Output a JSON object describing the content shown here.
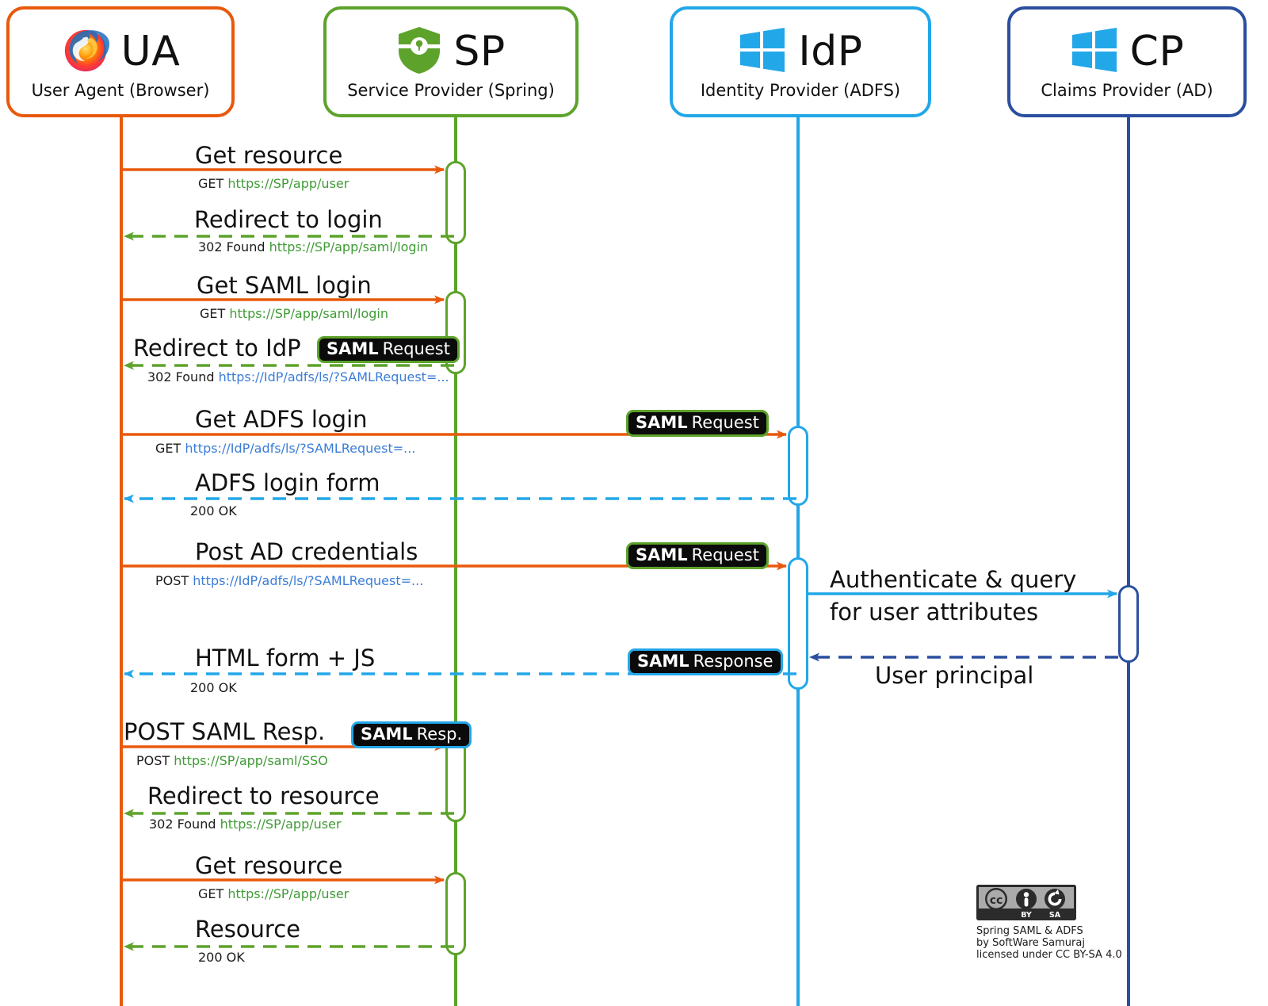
{
  "diagram": {
    "title": "Spring SAML & ADFS SSO sequence diagram",
    "colors": {
      "ua": "#E8590C",
      "sp": "#5DA32B",
      "idp": "#22A7E8",
      "cp": "#2B4F9E",
      "badge_bg": "#0b0b0b",
      "text": "#111111"
    }
  },
  "actors": [
    {
      "id": "ua",
      "abbr": "UA",
      "subtitle": "User Agent (Browser)",
      "icon": "firefox-icon",
      "color": "#E8590C"
    },
    {
      "id": "sp",
      "abbr": "SP",
      "subtitle": "Service Provider (Spring)",
      "icon": "shield-lock-icon",
      "color": "#5DA32B"
    },
    {
      "id": "idp",
      "abbr": "IdP",
      "subtitle": "Identity Provider (ADFS)",
      "icon": "windows-icon",
      "color": "#22A7E8"
    },
    {
      "id": "cp",
      "abbr": "CP",
      "subtitle": "Claims Provider (AD)",
      "icon": "windows-icon",
      "color": "#2B4F9E"
    }
  ],
  "messages": [
    {
      "id": "m1",
      "title": "Get resource",
      "method": "GET",
      "url": "https://SP/app/user",
      "from": "ua",
      "to": "sp",
      "style": "solid",
      "color": "#E8590C",
      "badge": null
    },
    {
      "id": "m2",
      "title": "Redirect to login",
      "method": "302 Found",
      "url": "https://SP/app/saml/login",
      "from": "sp",
      "to": "ua",
      "style": "dashed",
      "color": "#5DA32B",
      "badge": null
    },
    {
      "id": "m3",
      "title": "Get SAML login",
      "method": "GET",
      "url": "https://SP/app/saml/login",
      "from": "ua",
      "to": "sp",
      "style": "solid",
      "color": "#E8590C",
      "badge": null
    },
    {
      "id": "m4",
      "title": "Redirect to IdP",
      "method": "302 Found",
      "url": "https://IdP/adfs/ls/?SAMLRequest=...",
      "from": "sp",
      "to": "ua",
      "style": "dashed",
      "color": "#5DA32B",
      "badge": {
        "bold": "SAML",
        "rest": "Request",
        "border": "#5DA32B"
      }
    },
    {
      "id": "m5",
      "title": "Get ADFS login",
      "method": "GET",
      "url": "https://IdP/adfs/ls/?SAMLRequest=...",
      "from": "ua",
      "to": "idp",
      "style": "solid",
      "color": "#E8590C",
      "badge": {
        "bold": "SAML",
        "rest": "Request",
        "border": "#5DA32B"
      }
    },
    {
      "id": "m6",
      "title": "ADFS login form",
      "method": "200 OK",
      "url": "",
      "from": "idp",
      "to": "ua",
      "style": "dashed",
      "color": "#22A7E8",
      "badge": null
    },
    {
      "id": "m7",
      "title": "Post AD credentials",
      "method": "POST",
      "url": "https://IdP/adfs/ls/?SAMLRequest=...",
      "from": "ua",
      "to": "idp",
      "style": "solid",
      "color": "#E8590C",
      "badge": {
        "bold": "SAML",
        "rest": "Request",
        "border": "#5DA32B"
      }
    },
    {
      "id": "m8",
      "title": "Authenticate & query for user attributes",
      "method": "",
      "url": "",
      "from": "idp",
      "to": "cp",
      "style": "solid",
      "color": "#22A7E8",
      "badge": null
    },
    {
      "id": "m9",
      "title": "User principal",
      "method": "",
      "url": "",
      "from": "cp",
      "to": "idp",
      "style": "dashed",
      "color": "#2B4F9E",
      "badge": null
    },
    {
      "id": "m10",
      "title": "HTML form + JS",
      "method": "200 OK",
      "url": "",
      "from": "idp",
      "to": "ua",
      "style": "dashed",
      "color": "#22A7E8",
      "badge": {
        "bold": "SAML",
        "rest": "Response",
        "border": "#22A7E8"
      }
    },
    {
      "id": "m11",
      "title": "POST SAML Resp.",
      "method": "POST",
      "url": "https://SP/app/saml/SSO",
      "from": "ua",
      "to": "sp",
      "style": "solid",
      "color": "#E8590C",
      "badge": {
        "bold": "SAML",
        "rest": "Resp.",
        "border": "#22A7E8"
      }
    },
    {
      "id": "m12",
      "title": "Redirect to resource",
      "method": "302 Found",
      "url": "https://SP/app/user",
      "from": "sp",
      "to": "ua",
      "style": "dashed",
      "color": "#5DA32B",
      "badge": null
    },
    {
      "id": "m13",
      "title": "Get resource",
      "method": "GET",
      "url": "https://SP/app/user",
      "from": "ua",
      "to": "sp",
      "style": "solid",
      "color": "#E8590C",
      "badge": null
    },
    {
      "id": "m14",
      "title": "Resource",
      "method": "200 OK",
      "url": "",
      "from": "sp",
      "to": "ua",
      "style": "dashed",
      "color": "#5DA32B",
      "badge": null
    }
  ],
  "message_text": {
    "m1_title": "Get resource",
    "m1_method": "GET",
    "m1_url": "https://SP/app/user",
    "m2_title": "Redirect to login",
    "m2_method": "302 Found",
    "m2_url": "https://SP/app/saml/login",
    "m3_title": "Get SAML login",
    "m3_method": "GET",
    "m3_url": "https://SP/app/saml/login",
    "m4_title": "Redirect to IdP",
    "m4_method": "302 Found",
    "m4_url": "https://IdP/adfs/ls/?SAMLRequest=...",
    "m5_title": "Get ADFS login",
    "m5_method": "GET",
    "m5_url": "https://IdP/adfs/ls/?SAMLRequest=...",
    "m6_title": "ADFS login form",
    "m6_method": "200 OK",
    "m7_title": "Post AD credentials",
    "m7_method": "POST",
    "m7_url": "https://IdP/adfs/ls/?SAMLRequest=...",
    "m8_line1": "Authenticate & query",
    "m8_line2": "for user attributes",
    "m9_title": "User principal",
    "m10_title": "HTML form + JS",
    "m10_method": "200 OK",
    "m11_title": "POST SAML Resp.",
    "m11_method": "POST",
    "m11_url": "https://SP/app/saml/SSO",
    "m12_title": "Redirect to resource",
    "m12_method": "302 Found",
    "m12_url": "https://SP/app/user",
    "m13_title": "Get resource",
    "m13_method": "GET",
    "m13_url": "https://SP/app/user",
    "m14_title": "Resource",
    "m14_method": "200 OK"
  },
  "badges": {
    "b4_bold": "SAML",
    "b4_rest": "Request",
    "b5_bold": "SAML",
    "b5_rest": "Request",
    "b7_bold": "SAML",
    "b7_rest": "Request",
    "b10_bold": "SAML",
    "b10_rest": "Response",
    "b11_bold": "SAML",
    "b11_rest": "Resp."
  },
  "license": {
    "badge_alt": "creative-commons-by-sa-badge",
    "by_label": "BY",
    "sa_label": "SA",
    "line1": "Spring SAML & ADFS",
    "line2": "by SoftWare Samuraj",
    "line3": "licensed under CC BY-SA 4.0"
  }
}
